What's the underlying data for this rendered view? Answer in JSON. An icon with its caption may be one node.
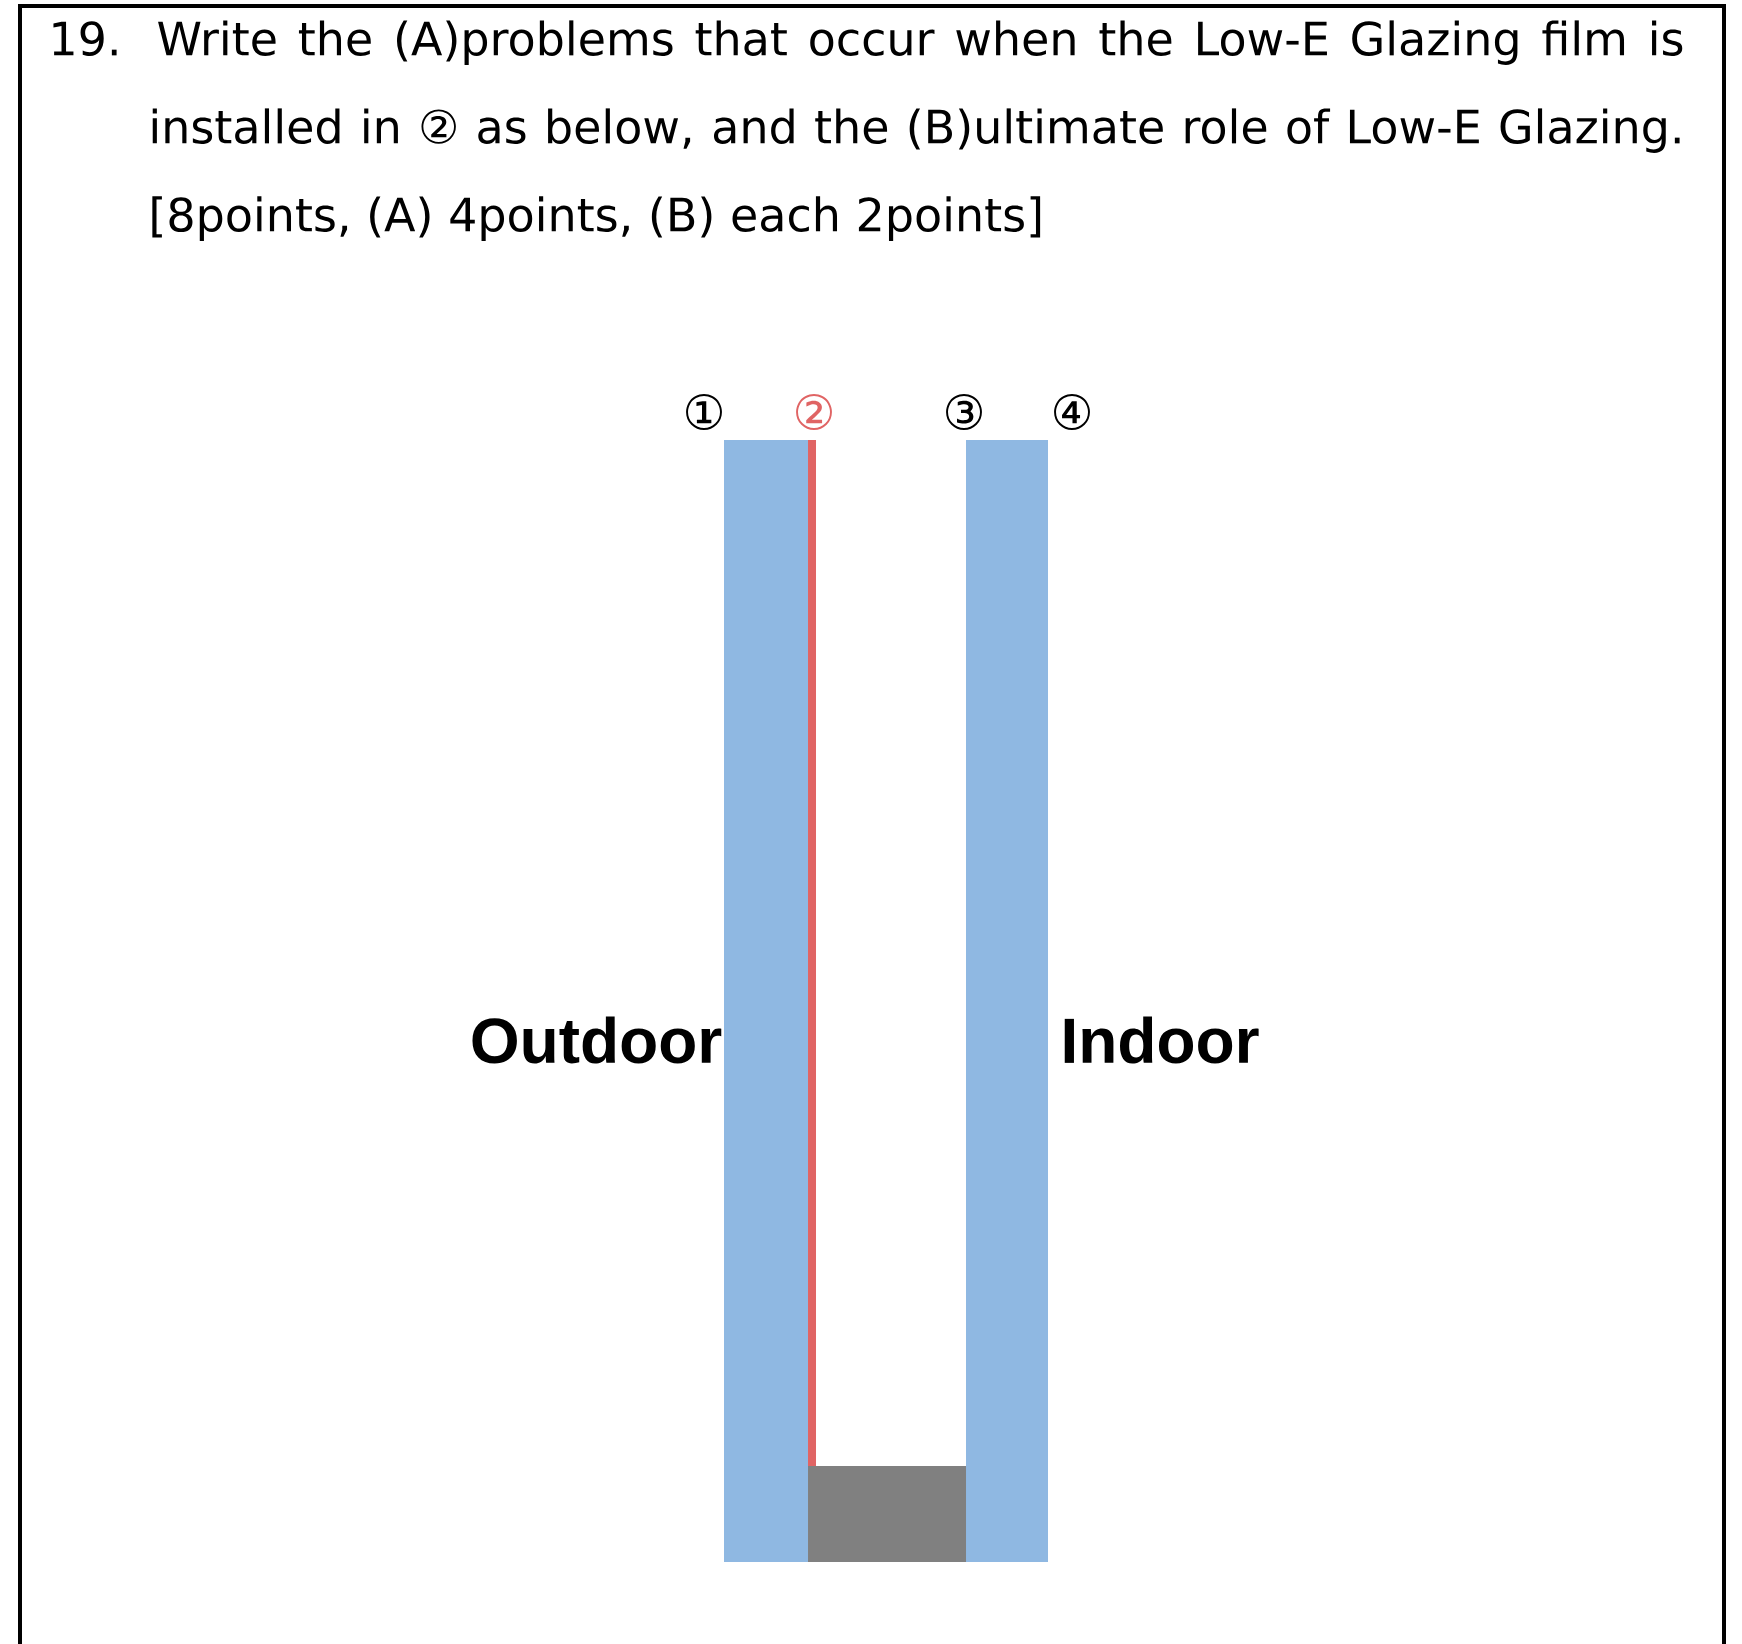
{
  "diagram": {
    "labels": [
      "19. Write the (A)problems that occur when the Low-E Glazing film is installed in ② as below, and the (B)ultimate role of Low-E Glazing. [8points, (A) 4points, (B) each 2points]",
      "①",
      "②",
      "③",
      "④",
      "Outdoor",
      "Indoor"
    ]
  }
}
